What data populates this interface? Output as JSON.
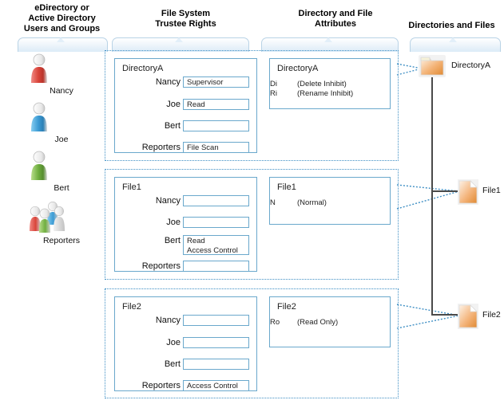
{
  "columns": [
    {
      "id": "users",
      "title": "eDirectory or\nActive Directory\nUsers and Groups",
      "line1": "eDirectory or",
      "line2": "Active Directory",
      "line3": "Users and Groups"
    },
    {
      "id": "trustee",
      "title": "File System\nTrustee Rights",
      "line1": "File System",
      "line2": "Trustee Rights",
      "line3": ""
    },
    {
      "id": "attributes",
      "title": "Directory and File\nAttributes",
      "line1": "Directory and File",
      "line2": "Attributes",
      "line3": ""
    },
    {
      "id": "objects",
      "title": "Directories and Files",
      "line1": "Directories and Files",
      "line2": "",
      "line3": ""
    }
  ],
  "users": [
    {
      "name": "Nancy",
      "icon": "user-icon",
      "color": "#d9443a"
    },
    {
      "name": "Joe",
      "icon": "user-icon",
      "color": "#3c9bd4"
    },
    {
      "name": "Bert",
      "icon": "user-icon",
      "color": "#6fae3f"
    },
    {
      "name": "Reporters",
      "icon": "user-group-icon",
      "color": "#8aa0b4"
    }
  ],
  "trustee_rights": [
    {
      "object": "DirectoryA",
      "rows": [
        {
          "trustee": "Nancy",
          "rights": "Supervisor"
        },
        {
          "trustee": "Joe",
          "rights": "Read"
        },
        {
          "trustee": "Bert",
          "rights": ""
        },
        {
          "trustee": "Reporters",
          "rights": "File Scan"
        }
      ]
    },
    {
      "object": "File1",
      "rows": [
        {
          "trustee": "Nancy",
          "rights": ""
        },
        {
          "trustee": "Joe",
          "rights": ""
        },
        {
          "trustee": "Bert",
          "rights": "Read\nAccess Control"
        },
        {
          "trustee": "Reporters",
          "rights": ""
        }
      ]
    },
    {
      "object": "File2",
      "rows": [
        {
          "trustee": "Nancy",
          "rights": ""
        },
        {
          "trustee": "Joe",
          "rights": ""
        },
        {
          "trustee": "Bert",
          "rights": ""
        },
        {
          "trustee": "Reporters",
          "rights": "Access Control"
        }
      ]
    }
  ],
  "attributes": [
    {
      "object": "DirectoryA",
      "items": [
        {
          "code": "Di",
          "name": "(Delete Inhibit)"
        },
        {
          "code": "Ri",
          "name": "(Rename Inhibit)"
        }
      ]
    },
    {
      "object": "File1",
      "items": [
        {
          "code": "N",
          "name": "(Normal)"
        }
      ]
    },
    {
      "object": "File2",
      "items": [
        {
          "code": "Ro",
          "name": "(Read Only)"
        }
      ]
    }
  ],
  "objects": [
    {
      "name": "DirectoryA",
      "icon": "folder-icon"
    },
    {
      "name": "File1",
      "icon": "file-icon"
    },
    {
      "name": "File2",
      "icon": "file-icon"
    }
  ],
  "colors": {
    "panel_border": "#6aa8cc",
    "dotted_border": "#3f8fc4",
    "bracket_border": "#b9d3e6",
    "tree_line": "#4a4a4a",
    "folder_orange": "#f0a058",
    "text": "#1a1a1a"
  }
}
